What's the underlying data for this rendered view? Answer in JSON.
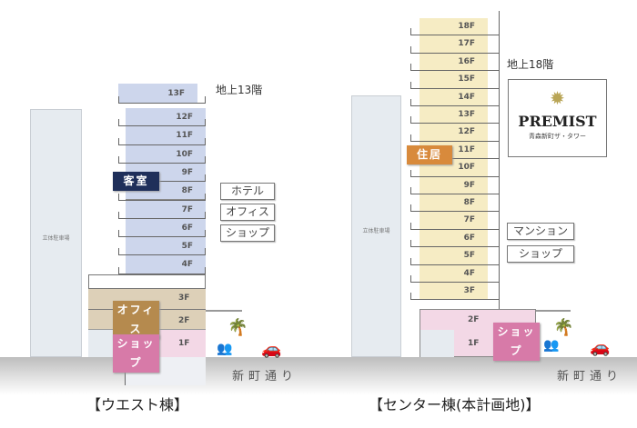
{
  "west": {
    "caption": "【ウエスト棟】",
    "height_note": "地上13階",
    "side_building": "立体駐車場",
    "upper_floors": [
      "13F",
      "12F",
      "11F",
      "10F",
      "9F",
      "8F",
      "7F",
      "6F",
      "5F",
      "4F"
    ],
    "podium_floors": [
      "3F",
      "2F",
      "1F"
    ],
    "tags": {
      "guest_rooms": "客室",
      "office": "オフィス",
      "shop": "ショップ"
    },
    "legend": [
      "ホテル",
      "オフィス",
      "ショップ"
    ],
    "street": "新町通り"
  },
  "center": {
    "caption": "【センター棟(本計画地)】",
    "height_note": "地上18階",
    "side_building": "立体駐車場",
    "upper_floors": [
      "18F",
      "17F",
      "16F",
      "15F",
      "14F",
      "13F",
      "12F",
      "11F",
      "10F",
      "9F",
      "8F",
      "7F",
      "6F",
      "5F",
      "4F",
      "3F"
    ],
    "podium_floors": [
      "2F",
      "1F"
    ],
    "tags": {
      "residence": "住居",
      "shop": "ショップ"
    },
    "legend": [
      "マンション",
      "ショップ"
    ],
    "street": "新町通り",
    "brand": {
      "name": "PREMIST",
      "subtitle": "青森新町ザ・タワー"
    }
  },
  "colors": {
    "hotel": "#cdd6ec",
    "office": "#ddd0b8",
    "shop": "#f3d8e6",
    "residence": "#f6ecc4",
    "navy": "#1f2f5a",
    "brown": "#b58a4e",
    "pink": "#d77aa8",
    "orange": "#d88a3c"
  }
}
